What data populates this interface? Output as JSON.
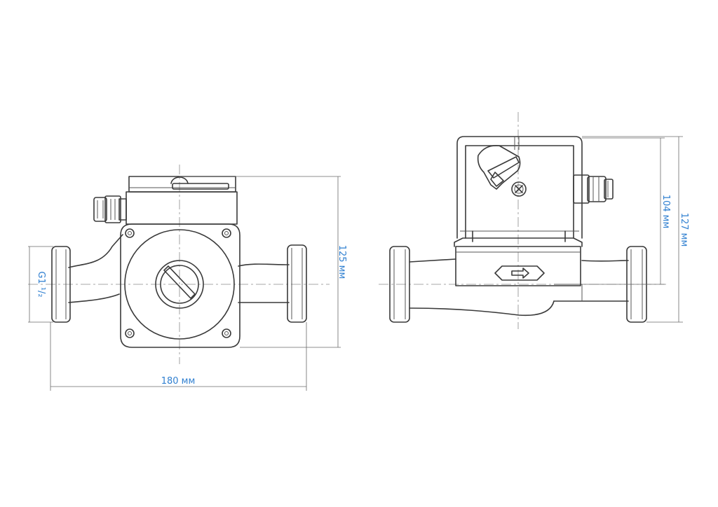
{
  "colors": {
    "line": "#3a3a3a",
    "dimension_text": "#2f7fd0",
    "background": "#ffffff"
  },
  "dimensions": {
    "thread": "G1 ¹/₂",
    "height_front": "125 мм",
    "length": "180 мм",
    "height_body": "104 мм",
    "height_total": "127 мм"
  },
  "views": [
    "front-view",
    "side-view"
  ]
}
